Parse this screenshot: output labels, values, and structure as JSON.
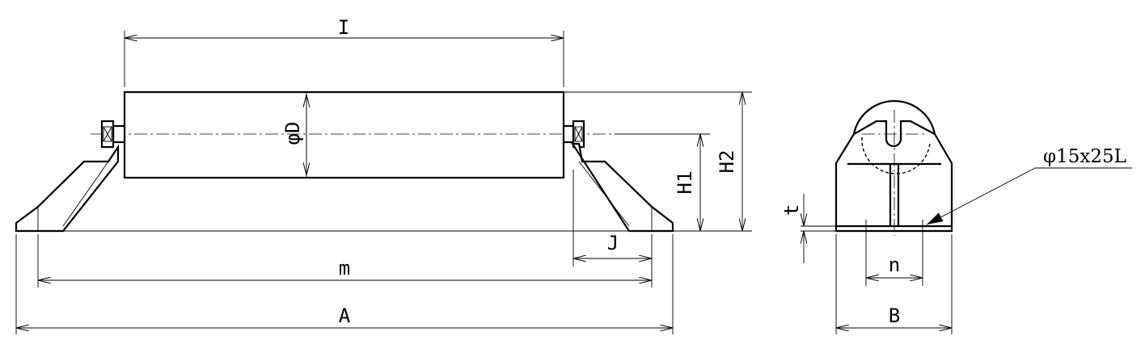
{
  "labels": {
    "roller_length": "I",
    "diameter": "φD",
    "height_1": "H1",
    "height_2": "H2",
    "bracket_offset": "J",
    "mount_pitch": "m",
    "overall_length": "A",
    "thickness": "t",
    "hole_pitch": "n",
    "base_width": "B",
    "slot_spec": "φ15x25L"
  }
}
